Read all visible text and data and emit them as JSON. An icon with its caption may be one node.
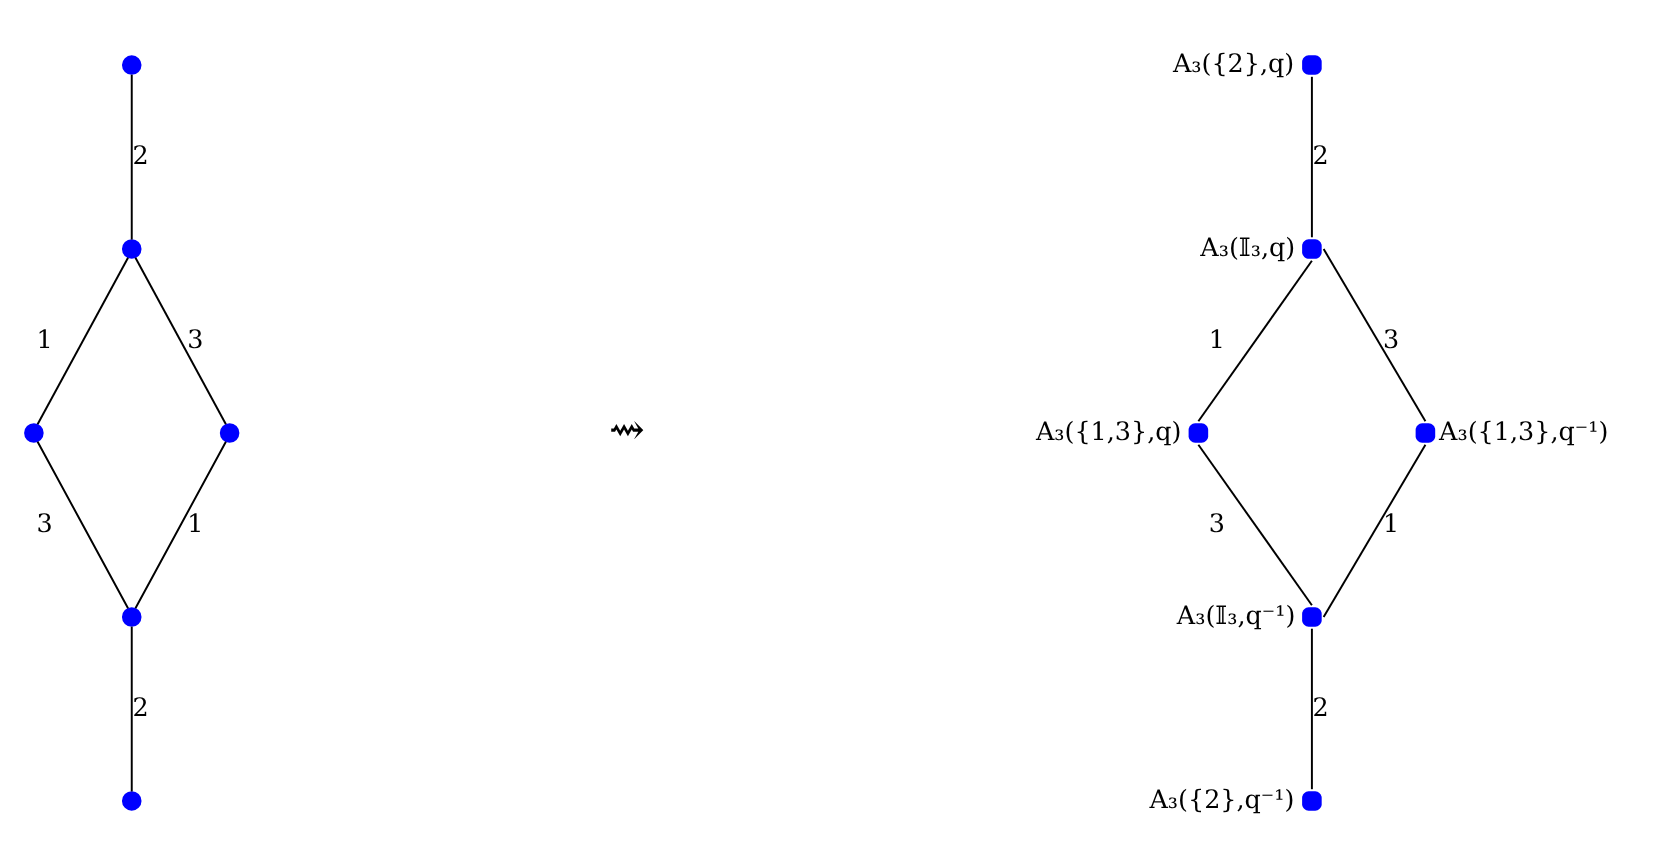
{
  "diagram": {
    "nodes": [
      {
        "text": [],
        "shape": "circle"
      },
      {
        "text": [],
        "shape": "circle"
      },
      {
        "text": [],
        "shape": "circle"
      },
      {
        "text": [],
        "shape": "circle"
      },
      {
        "text": [],
        "shape": "circle"
      },
      {
        "text": [],
        "shape": "circle"
      },
      {
        "text": [],
        "shape": "circle",
        "beside": [
          "A₃({2},q)"
        ]
      },
      {
        "text": [],
        "shape": "circle",
        "beside": [
          "A₃(𝕀₃,q)"
        ]
      },
      {
        "text": [],
        "shape": "circle",
        "beside": [
          "A₃({1,3},q)"
        ]
      },
      {
        "text": [],
        "shape": "circle",
        "beside": [
          "A₃({1,3},q⁻¹)"
        ]
      },
      {
        "text": [],
        "shape": "circle",
        "beside": [
          "A₃(𝕀₃,q⁻¹)"
        ]
      },
      {
        "text": [],
        "shape": "circle",
        "beside": [
          "A₃({2},q⁻¹)"
        ]
      }
    ],
    "edges": [
      {
        "from": 0,
        "to": 1,
        "arrow": "none",
        "label": "2"
      },
      {
        "from": 1,
        "to": 2,
        "arrow": "none",
        "label": "1"
      },
      {
        "from": 1,
        "to": 3,
        "arrow": "none",
        "label": "3"
      },
      {
        "from": 2,
        "to": 4,
        "arrow": "none",
        "label": "3"
      },
      {
        "from": 3,
        "to": 4,
        "arrow": "none",
        "label": "1"
      },
      {
        "from": 4,
        "to": 5,
        "arrow": "none",
        "label": "2"
      },
      {
        "from": 6,
        "to": 7,
        "arrow": "none",
        "label": "2"
      },
      {
        "from": 7,
        "to": 8,
        "arrow": "none",
        "label": "1"
      },
      {
        "from": 7,
        "to": 9,
        "arrow": "none",
        "label": "3"
      },
      {
        "from": 8,
        "to": 10,
        "arrow": "none",
        "label": "3"
      },
      {
        "from": 9,
        "to": 10,
        "arrow": "none",
        "label": "1"
      },
      {
        "from": 10,
        "to": 11,
        "arrow": "none",
        "label": "2"
      }
    ],
    "labels": [
      "⇝"
    ]
  }
}
